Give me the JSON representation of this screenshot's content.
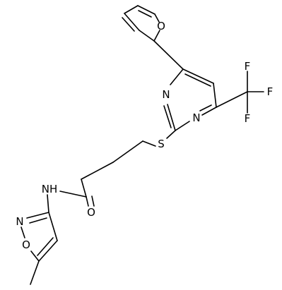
{
  "atoms": {
    "furan_oxygen": "O",
    "pyrimidine_n3": "N",
    "pyrimidine_n1": "N",
    "thioether_sulfur": "S",
    "fluorine_top": "F",
    "fluorine_right": "F",
    "fluorine_bottom": "F",
    "amide_nh": "NH",
    "carbonyl_oxygen": "O",
    "isoxazole_nitrogen": "N",
    "isoxazole_oxygen": "O"
  }
}
